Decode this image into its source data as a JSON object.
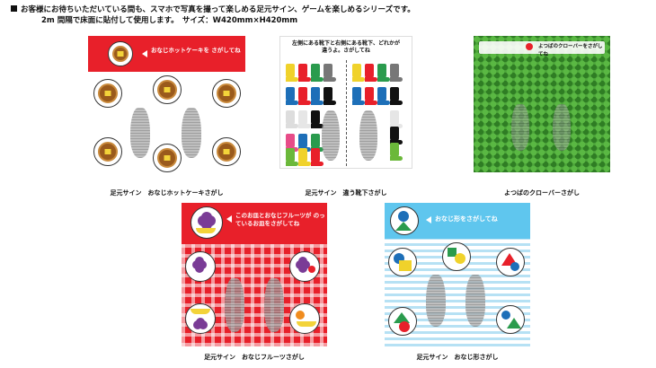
{
  "intro": {
    "line1": "お客様にお待ちいただいている間も、スマホで写真を撮って楽しめる足元サイン、ゲームを楽しめるシリーズです。",
    "line2": "2m 間隔で床面に貼付して使用します。　サイズ：W420mm×H420mm"
  },
  "cards": {
    "pancake": {
      "bubble": "おなじホットケーキを さがしてね",
      "caption": "足元サイン　おなじホットケーキさがし"
    },
    "socks": {
      "bubble": "左側にある靴下と右側にある靴下、どれかが違うよ。さがしてね",
      "caption": "足元サイン　違う靴下さがし"
    },
    "clover": {
      "bubble": "よつばのクローバーをさがしてね",
      "caption": "よつばのクローバーさがし"
    },
    "fruits": {
      "bubble": "このお皿とおなじフルーツが のっているお皿をさがしてね",
      "caption": "足元サイン　おなじフルーツさがし"
    },
    "shapes": {
      "bubble": "おなじ形をさがしてね",
      "caption": "足元サイン　おなじ形さがし"
    }
  },
  "colors": {
    "red": "#e8202a",
    "yellow": "#f7ea5a",
    "sky": "#5fc6ee",
    "green": "#3a8f2c"
  }
}
